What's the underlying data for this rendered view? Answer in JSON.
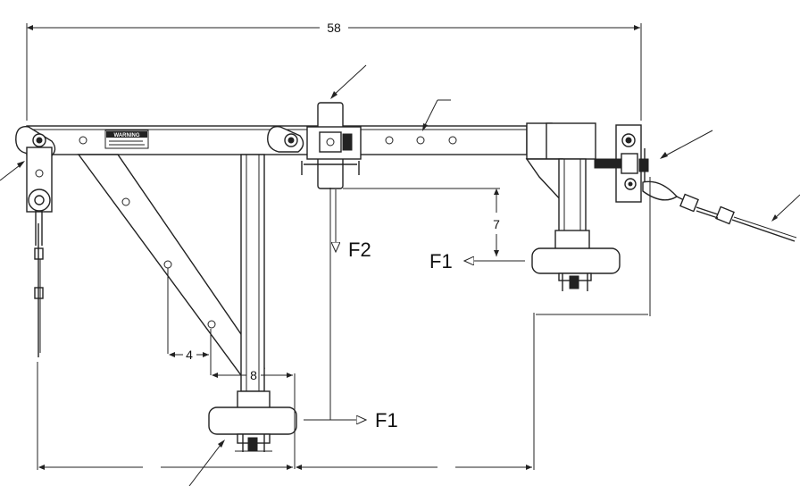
{
  "dimensions": {
    "overall_width": "58",
    "offset_7": "7",
    "offset_4": "4",
    "offset_8": "8"
  },
  "forces": {
    "f2_top": "F2",
    "f1_right": "F1",
    "f1_bottom": "F1"
  },
  "warning_decal": {
    "title": "WARNING"
  },
  "colors": {
    "line": "#222222",
    "background": "#ffffff"
  }
}
